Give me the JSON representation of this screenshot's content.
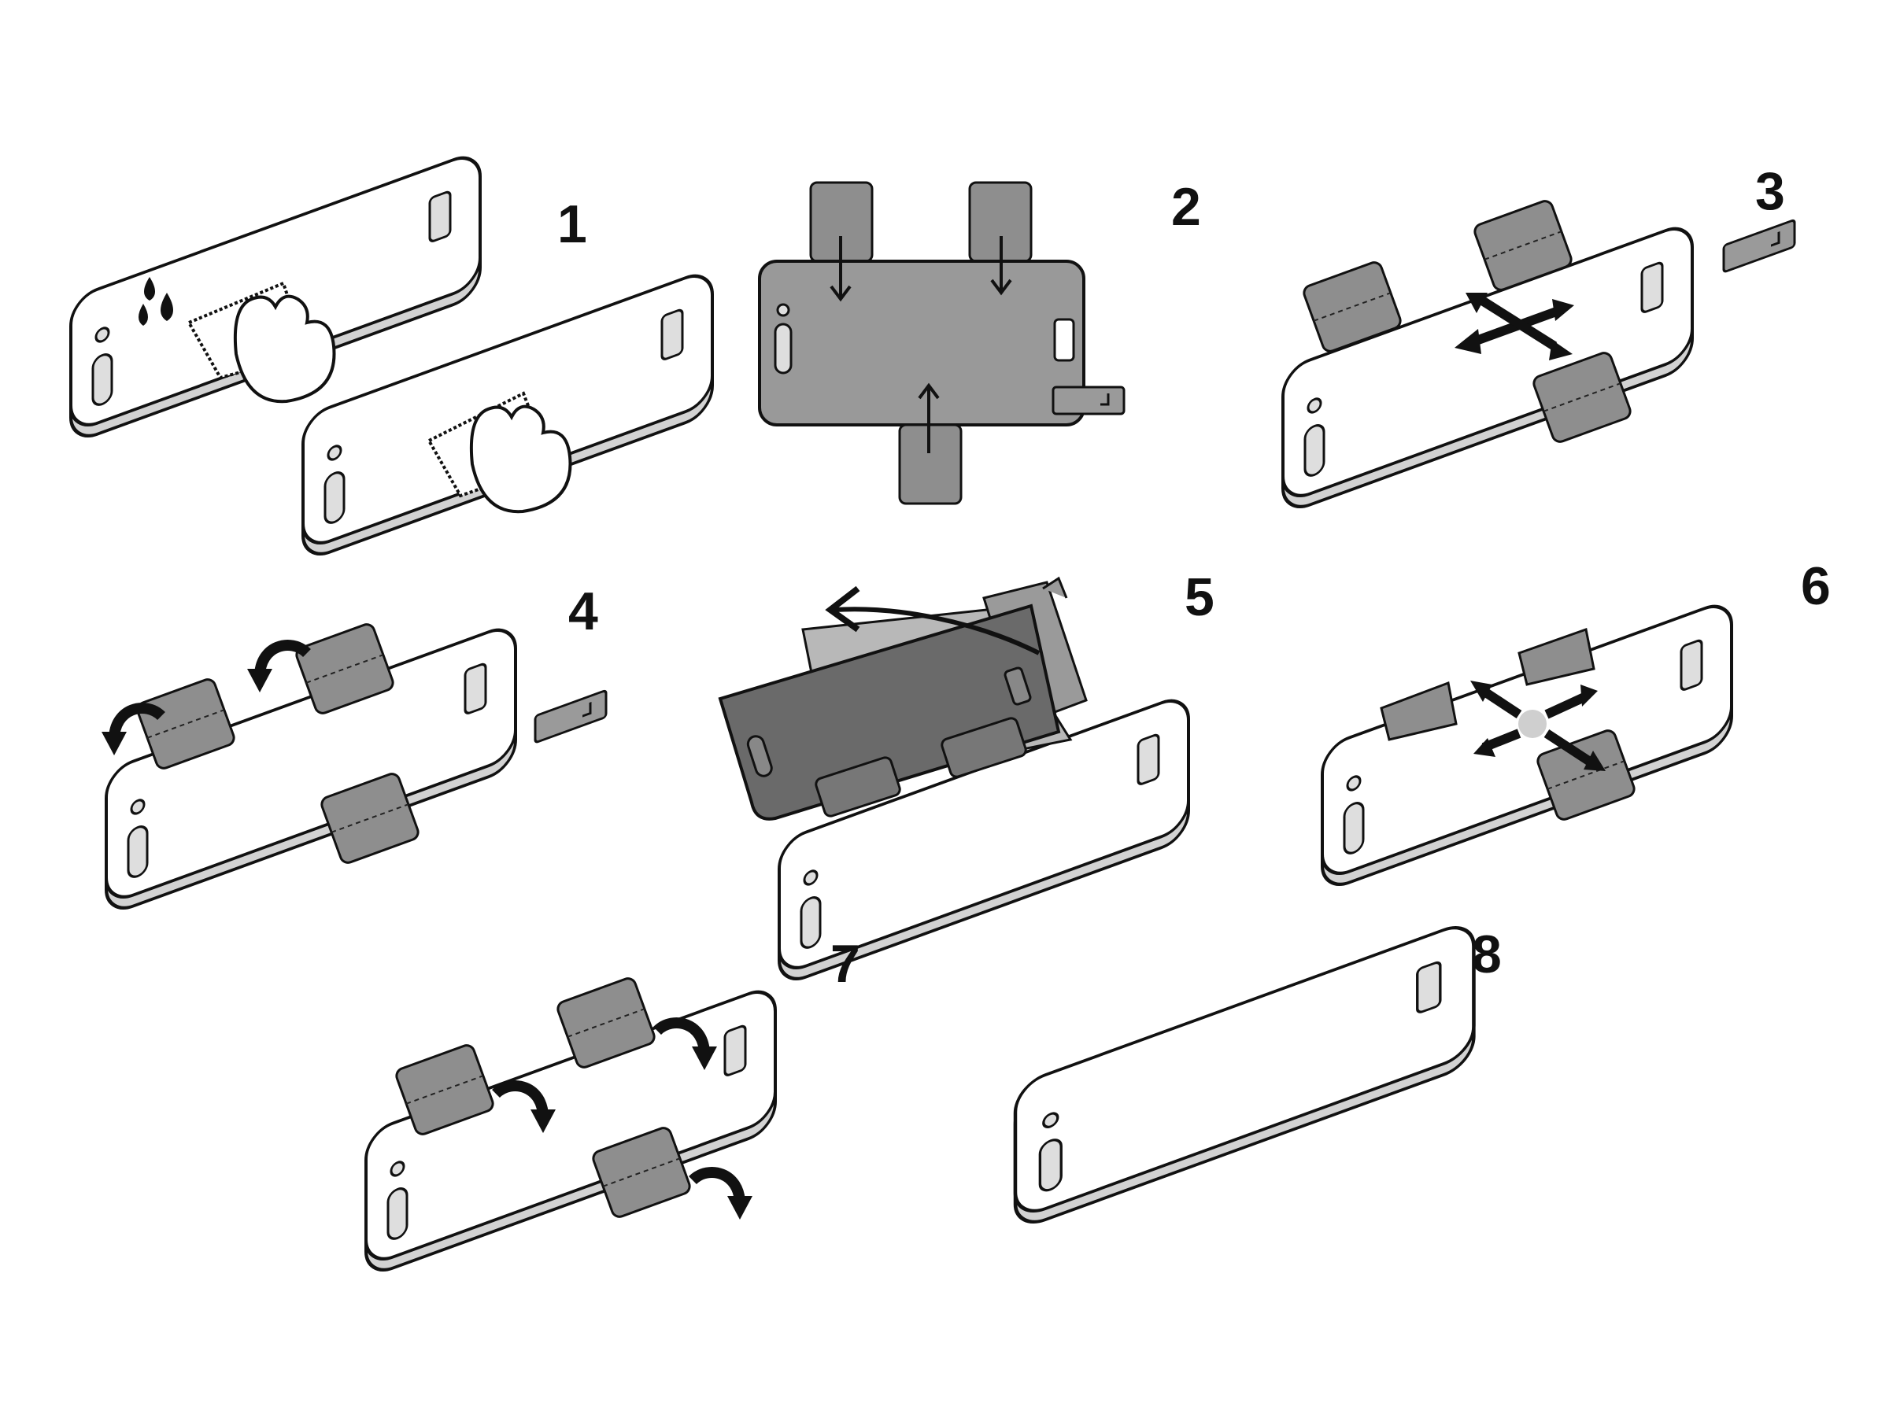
{
  "steps": [
    {
      "number": "1"
    },
    {
      "number": "2"
    },
    {
      "number": "3"
    },
    {
      "number": "4"
    },
    {
      "number": "5"
    },
    {
      "number": "6"
    },
    {
      "number": "7"
    },
    {
      "number": "8"
    }
  ],
  "colors": {
    "line": "#111111",
    "phone_fill": "#ffffff",
    "phone_side": "#d2d2d2",
    "sticker": "#8e8e8e",
    "film": "#999999",
    "film_dark": "#6a6a6a",
    "button_fill": "#dedede"
  }
}
